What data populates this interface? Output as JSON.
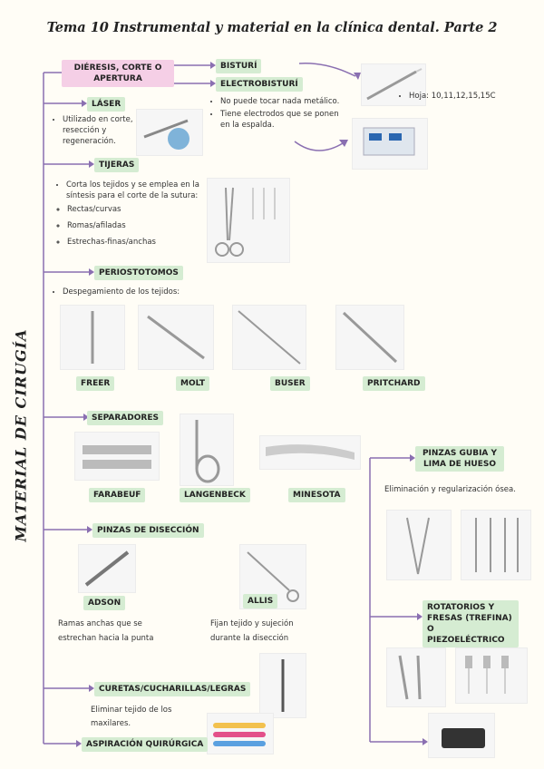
{
  "title": "Tema 10 Instrumental y material en la clínica dental. Parte 2",
  "vertical_title": "MATERIAL DE CIRUGÍA",
  "diéresis": {
    "label": "DIÉRESIS, CORTE O APERTURA"
  },
  "bisturi": {
    "label": "BISTURÍ",
    "hoja": "Hoja: 10,11,12,15,15C"
  },
  "electrobisturi": {
    "label": "ELECTROBISTURÍ",
    "bullets": [
      "No puede tocar nada metálico.",
      "Tiene electrodos que se ponen en la espalda."
    ]
  },
  "laser": {
    "label": "LÁSER",
    "bullets": [
      "Utilizado en corte, resección y regeneración."
    ]
  },
  "tijeras": {
    "label": "TIJERAS",
    "bullets": [
      "Corta los tejidos y se emplea en la síntesis para el corte de la sutura:"
    ],
    "sub": [
      "Rectas/curvas",
      "Romas/afiladas",
      "Estrechas-finas/anchas"
    ]
  },
  "periostotomos": {
    "label": "PERIOSTOTOMOS",
    "bullets": [
      "Despegamiento de los tejidos:"
    ],
    "items": [
      "FREER",
      "MOLT",
      "BUSER",
      "PRITCHARD"
    ]
  },
  "separadores": {
    "label": "SEPARADORES",
    "items": [
      "FARABEUF",
      "LANGENBECK",
      "MINESOTA"
    ]
  },
  "pinzas_diseccion": {
    "label": "PINZAS DE DISECCIÓN",
    "adson": "ADSON",
    "allis": "ALLIS",
    "adson_desc": "Ramas anchas que se estrechan hacia la punta",
    "allis_desc": "Fijan tejido y sujeción durante la disección"
  },
  "curetas": {
    "label": "CURETAS/CUCHARILLAS/LEGRAS",
    "desc": "Eliminar tejido de los maxilares."
  },
  "aspiracion": {
    "label": "ASPIRACIÓN QUIRÚRGICA"
  },
  "pinzas_gubia": {
    "label": "PINZAS GUBIA Y LIMA DE HUESO",
    "desc": "Eliminación y regularización ósea."
  },
  "rotatorios": {
    "label": "ROTATORIOS Y FRESAS (TREFINA) O PIEZOELÉCTRICO"
  },
  "colors": {
    "tag_green": "#d5ecd2",
    "tag_pink": "#f5cfe6",
    "line_purple": "#8a6fb1"
  }
}
